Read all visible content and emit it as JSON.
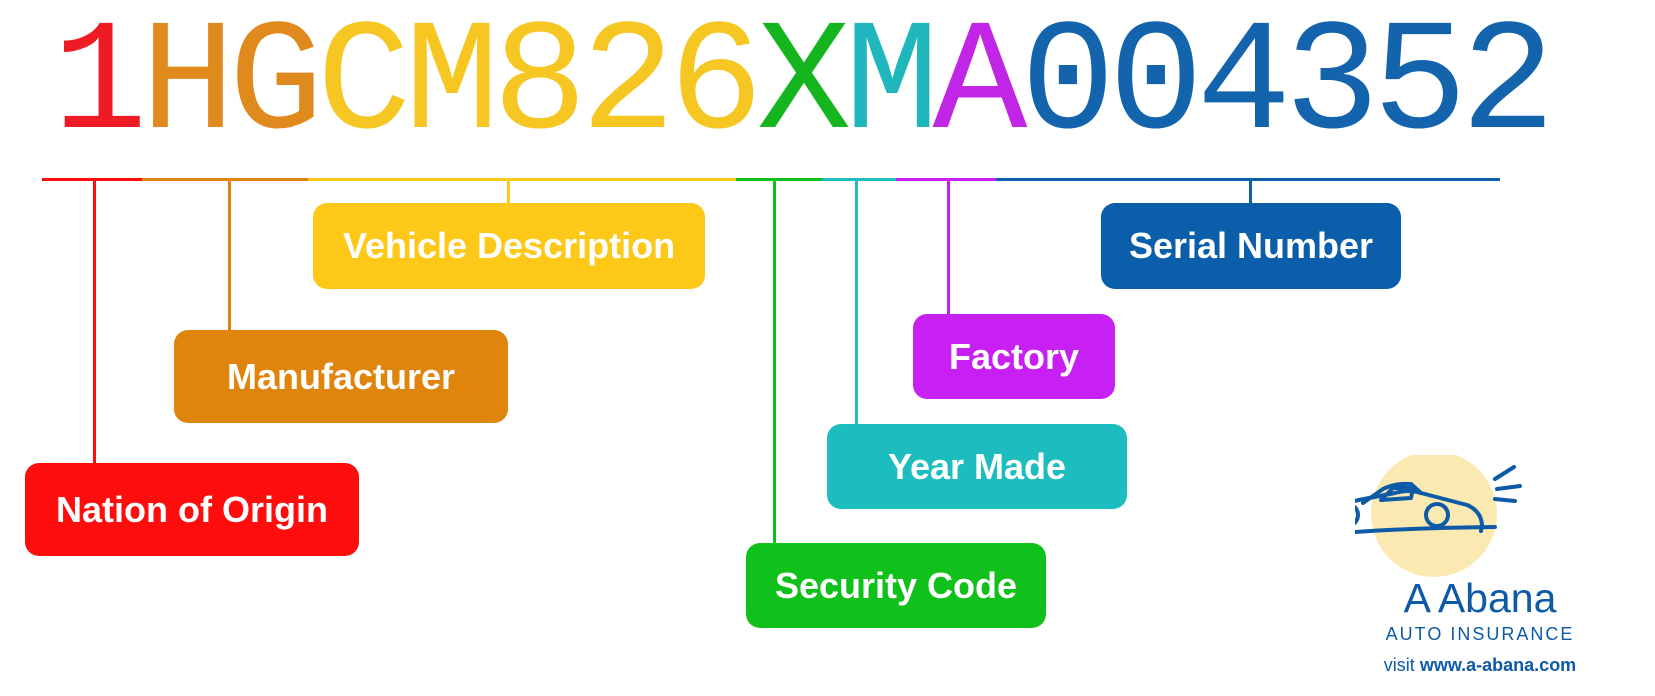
{
  "vin": {
    "characters": [
      {
        "char": "1",
        "color": "#ee1b24"
      },
      {
        "char": "H",
        "color": "#e08a1e"
      },
      {
        "char": "G",
        "color": "#e08a1e"
      },
      {
        "char": "C",
        "color": "#f6c623"
      },
      {
        "char": "M",
        "color": "#f6c623"
      },
      {
        "char": "8",
        "color": "#f6c623"
      },
      {
        "char": "2",
        "color": "#f6c623"
      },
      {
        "char": "6",
        "color": "#f6c623"
      },
      {
        "char": "X",
        "color": "#14b51f"
      },
      {
        "char": "M",
        "color": "#1fb7bb"
      },
      {
        "char": "A",
        "color": "#c126e6"
      },
      {
        "char": "0",
        "color": "#1464ad"
      },
      {
        "char": "0",
        "color": "#1464ad"
      },
      {
        "char": "4",
        "color": "#1464ad"
      },
      {
        "char": "3",
        "color": "#1464ad"
      },
      {
        "char": "5",
        "color": "#1464ad"
      },
      {
        "char": "2",
        "color": "#1464ad"
      }
    ]
  },
  "sections": [
    {
      "id": "nation",
      "label": "Nation of Origin",
      "color": "#ff0d0d"
    },
    {
      "id": "manufacturer",
      "label": "Manufacturer",
      "color": "#e0850b"
    },
    {
      "id": "description",
      "label": "Vehicle Description",
      "color": "#fdc817"
    },
    {
      "id": "security",
      "label": "Security Code",
      "color": "#10c11b"
    },
    {
      "id": "year",
      "label": "Year Made",
      "color": "#1dbdbf"
    },
    {
      "id": "factory",
      "label": "Factory",
      "color": "#c820f2"
    },
    {
      "id": "serial",
      "label": "Serial Number",
      "color": "#0a5eaa"
    }
  ],
  "logo": {
    "name": "A Abana",
    "subtitle": "AUTO INSURANCE",
    "visit_prefix": "visit",
    "website": "www.a-abana.com",
    "brand_color": "#0d5aa7",
    "circle_color": "#fbe9b2",
    "icon": "car-icon"
  }
}
